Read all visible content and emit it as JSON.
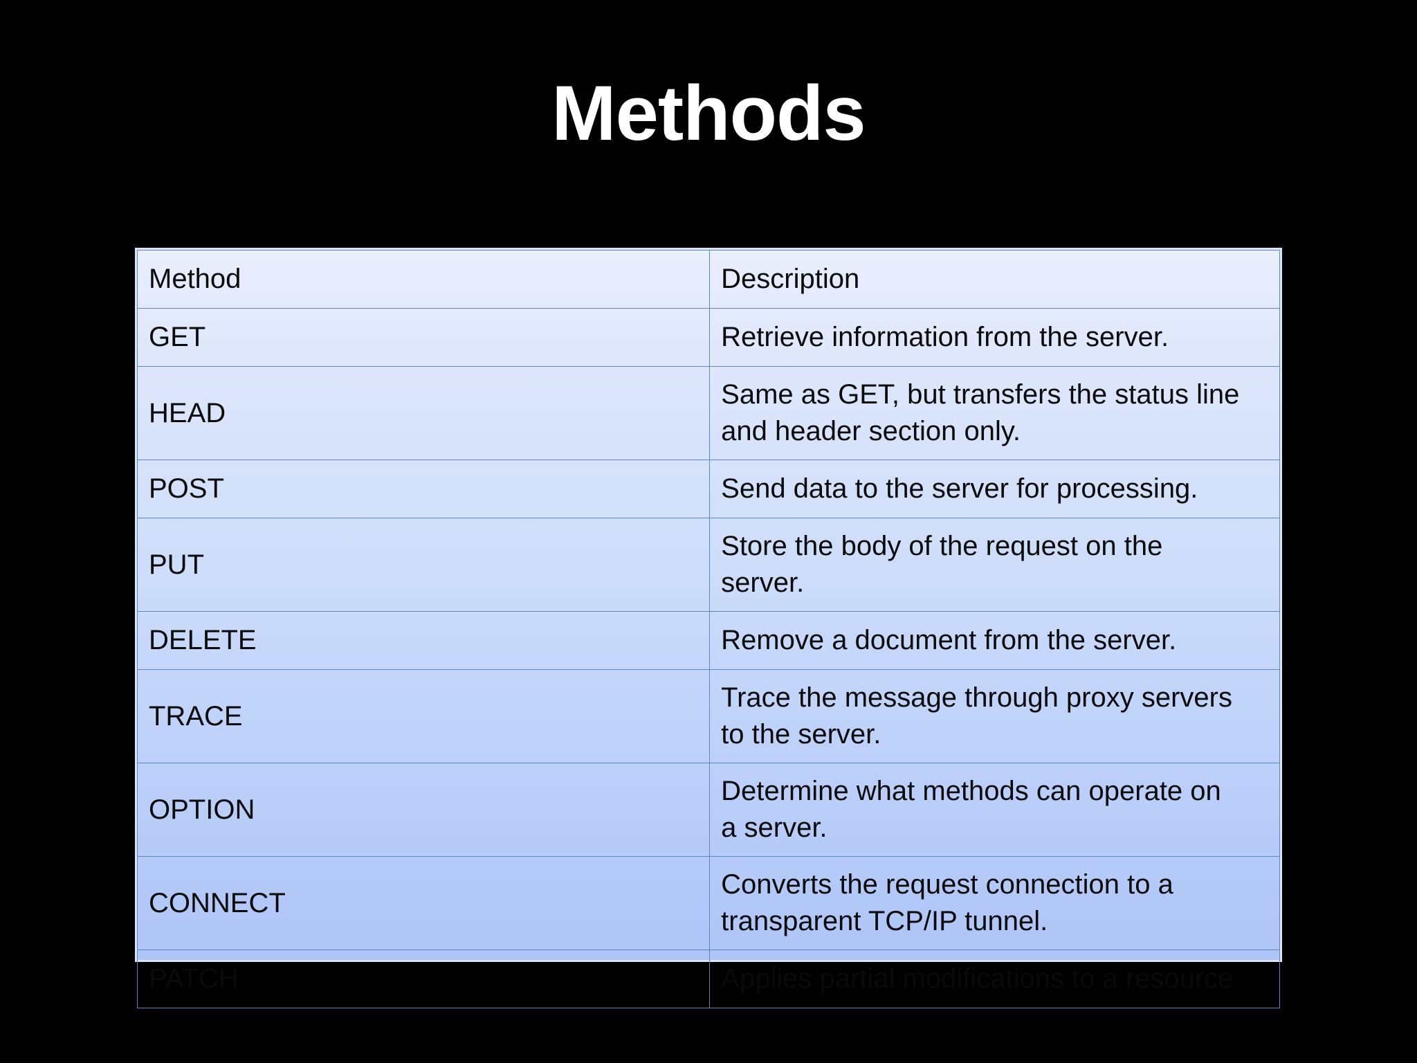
{
  "slide": {
    "background_color": "#000000",
    "title": "Methods"
  },
  "table": {
    "accent_color": "#5b87c5",
    "gradient_top_color": "#e9eefc",
    "gradient_bottom_color": "#aec5f7",
    "text_color": "#0a0a0a",
    "headers": {
      "method": "Method",
      "description": "Description"
    },
    "rows": [
      {
        "method": "GET",
        "description": "Retrieve information from the server.",
        "lines": [
          "Retrieve information from the server."
        ]
      },
      {
        "method": "HEAD",
        "description": "Same as GET, but transfers the status line and header section only.",
        "lines": [
          "Same as GET, but transfers the status line",
          "and header section only."
        ]
      },
      {
        "method": "POST",
        "description": "Send data to the server for processing.",
        "lines": [
          "Send data to the server for processing."
        ]
      },
      {
        "method": "PUT",
        "description": "Store the body of the request on the server.",
        "lines": [
          "Store the body of the request on the",
          "server."
        ]
      },
      {
        "method": "DELETE",
        "description": "Remove a document from the server.",
        "lines": [
          "Remove a document from the server."
        ]
      },
      {
        "method": "TRACE",
        "description": "Trace the message through proxy servers to the server.",
        "lines": [
          "Trace the message through proxy servers",
          "to the server."
        ]
      },
      {
        "method": "OPTION",
        "description": "Determine what methods can operate on a server.",
        "lines": [
          "Determine what methods can operate on",
          "a server."
        ]
      },
      {
        "method": "CONNECT",
        "description": "Converts the request connection to a transparent TCP/IP tunnel.",
        "lines": [
          "Converts the request connection to a",
          "transparent TCP/IP tunnel."
        ]
      },
      {
        "method": "PATCH",
        "description": "Applies partial modifications to a resource",
        "lines": [
          "Applies partial modifications to a resource"
        ]
      }
    ]
  }
}
